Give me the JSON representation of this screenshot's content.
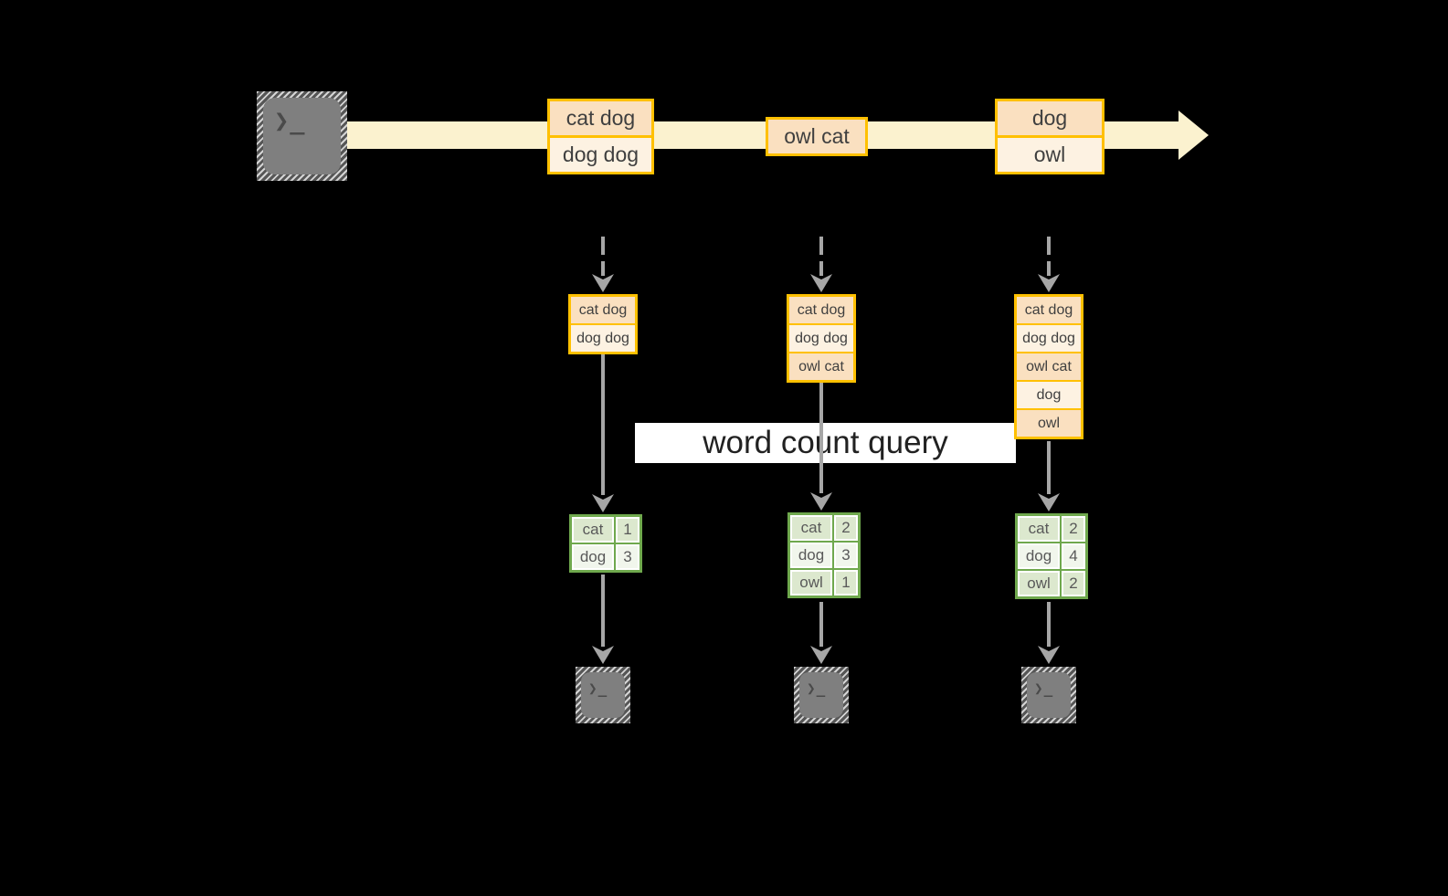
{
  "colors": {
    "background": "#000000",
    "stream_band": "#FBF2CF",
    "batch_border": "#FFC000",
    "batch_fill_dark": "#FAE0C0",
    "batch_fill_light": "#FDF2E2",
    "table_border": "#6FA84D",
    "table_fill_dark": "#DCE8CE",
    "table_fill_light": "#F1F6EC",
    "arrow_gray": "#A6A6A6",
    "terminal_gray": "#7F7F7F",
    "banner_bg": "#FFFFFF",
    "text_dark": "#3F3F3F"
  },
  "source_terminal": {
    "icon_glyph": "❯_"
  },
  "timeline_batches": [
    {
      "rows": [
        "cat dog",
        "dog dog"
      ]
    },
    {
      "rows": [
        "owl cat"
      ]
    },
    {
      "rows": [
        "dog",
        "owl"
      ]
    }
  ],
  "micro_batch_stacks": [
    {
      "rows": [
        "cat dog",
        "dog dog"
      ]
    },
    {
      "rows": [
        "cat dog",
        "dog dog",
        "owl cat"
      ]
    },
    {
      "rows": [
        "cat dog",
        "dog dog",
        "owl cat",
        "dog",
        "owl"
      ]
    }
  ],
  "query_label": "word count query",
  "result_tables": [
    {
      "rows": [
        {
          "word": "cat",
          "count": "1"
        },
        {
          "word": "dog",
          "count": "3"
        }
      ]
    },
    {
      "rows": [
        {
          "word": "cat",
          "count": "2"
        },
        {
          "word": "dog",
          "count": "3"
        },
        {
          "word": "owl",
          "count": "1"
        }
      ]
    },
    {
      "rows": [
        {
          "word": "cat",
          "count": "2"
        },
        {
          "word": "dog",
          "count": "4"
        },
        {
          "word": "owl",
          "count": "2"
        }
      ]
    }
  ],
  "sink_terminals": [
    {
      "icon_glyph": "❯_"
    },
    {
      "icon_glyph": "❯_"
    },
    {
      "icon_glyph": "❯_"
    }
  ]
}
